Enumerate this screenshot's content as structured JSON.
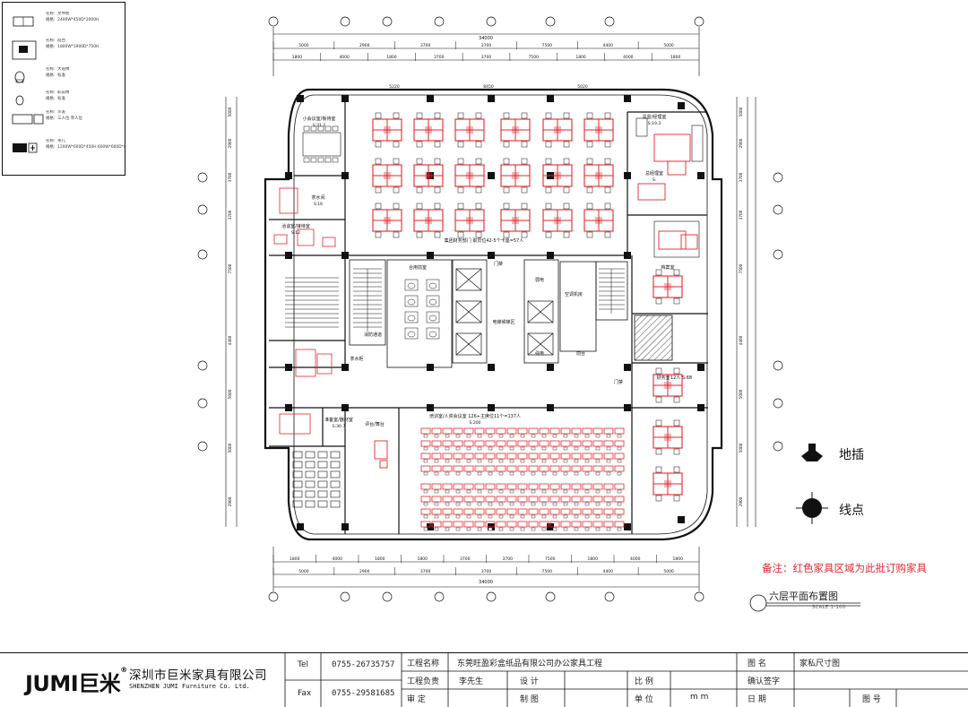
{
  "legend": {
    "items": [
      {
        "icon": "file-cabinet-icon",
        "name": "名称：文件柜",
        "spec": "规格：2400W*450D*2000H"
      },
      {
        "icon": "desk-icon",
        "name": "名称：班台",
        "spec": "规格：1800W*1900D*750H"
      },
      {
        "icon": "large-chair-icon",
        "name": "名称：大班椅",
        "spec": "规格：标准"
      },
      {
        "icon": "staff-chair-icon",
        "name": "名称：职员椅",
        "spec": "规格：标准"
      },
      {
        "icon": "sofa-icon",
        "name": "名称：沙发",
        "spec": "规格：三人位  单人位"
      },
      {
        "icon": "tea-table-icon",
        "name": "名称：茶几",
        "spec": "规格：1200W*600D*450H  600W*600D*450H"
      }
    ]
  },
  "plan": {
    "top_total": "34000",
    "top_dims_row1": [
      "5000",
      "2900",
      "3700",
      "3700",
      "7500",
      "4400",
      "5000"
    ],
    "top_dims_row2": [
      "1800",
      "4000",
      "1800",
      "3700",
      "3700",
      "7500",
      "1800",
      "4000",
      "1800"
    ],
    "bottom_total": "34000",
    "bottom_dims_row1": [
      "1800",
      "4000",
      "1800",
      "1800",
      "3700",
      "3700",
      "7500",
      "1800",
      "4000",
      "1800"
    ],
    "bottom_dims_row2": [
      "5000",
      "2900",
      "3700",
      "3700",
      "7500",
      "4400",
      "5000"
    ],
    "inner_dims": [
      "5220",
      "8450",
      "5020"
    ],
    "rooms": [
      {
        "label": "小会议室/板待室",
        "area": "S:31.2"
      },
      {
        "label": "茶水间",
        "area": "S:16"
      },
      {
        "label": "洽谈室/接待室",
        "area": "S:12"
      },
      {
        "label": "集团财务部门  职员位42-5个卡座=57人"
      },
      {
        "label": "总监/经理室",
        "area": "S:19.3"
      },
      {
        "label": "总经理室",
        "area": "S:"
      },
      {
        "label": "档案室"
      },
      {
        "label": "合用前室"
      },
      {
        "label": "电梯候梯区"
      },
      {
        "label": "弱电"
      },
      {
        "label": "强电"
      },
      {
        "label": "空调机房"
      },
      {
        "label": "门禁"
      },
      {
        "label": "财务室"
      },
      {
        "label": "12人  S:68"
      },
      {
        "label": "培训室/人资会议室  126+主席位11个=137人",
        "area": "S:200"
      },
      {
        "label": "评台/舞台"
      },
      {
        "label": "准备室/器材室",
        "area": "S:30.7"
      },
      {
        "label": "茶水柜"
      },
      {
        "label": "消防通道"
      },
      {
        "label": "前台"
      },
      {
        "label": "门禁"
      }
    ]
  },
  "right_legend": {
    "floor_socket": "地插",
    "wire_point": "线点"
  },
  "note": "备注：红色家具区域为此批订购家具",
  "floor_title": "六层平面布置图",
  "floor_scale": "SCALE 1:100",
  "titleblock": {
    "logo_brand": "JUMI巨米",
    "company_cn": "深圳市巨米家具有限公司",
    "company_en": "SHENZHEN JUMI Furniture Co. Ltd.",
    "tel_label": "Tel",
    "tel_value": "0755-26735757",
    "fax_label": "Fax",
    "fax_value": "0755-29581685",
    "project_name_label": "工程名称",
    "project_name_value": "东莞旺盈彩盒纸品有限公司办公家具工程",
    "project_lead_label": "工程负责",
    "project_lead_value": "李先生",
    "approve_label": "审    定",
    "design_label": "设    计",
    "drawn_label": "制    图",
    "scale_label": "比    例",
    "unit_label": "单    位",
    "unit_value": "m  m",
    "drawing_name_label": "图    名",
    "drawing_name_value": "家私尺寸图",
    "confirm_label": "确认签字",
    "date_label": "日    期",
    "drawing_no_label": "图    号"
  },
  "colors": {
    "furniture": "#e8262c",
    "line": "#111111",
    "hatch": "#444444"
  }
}
